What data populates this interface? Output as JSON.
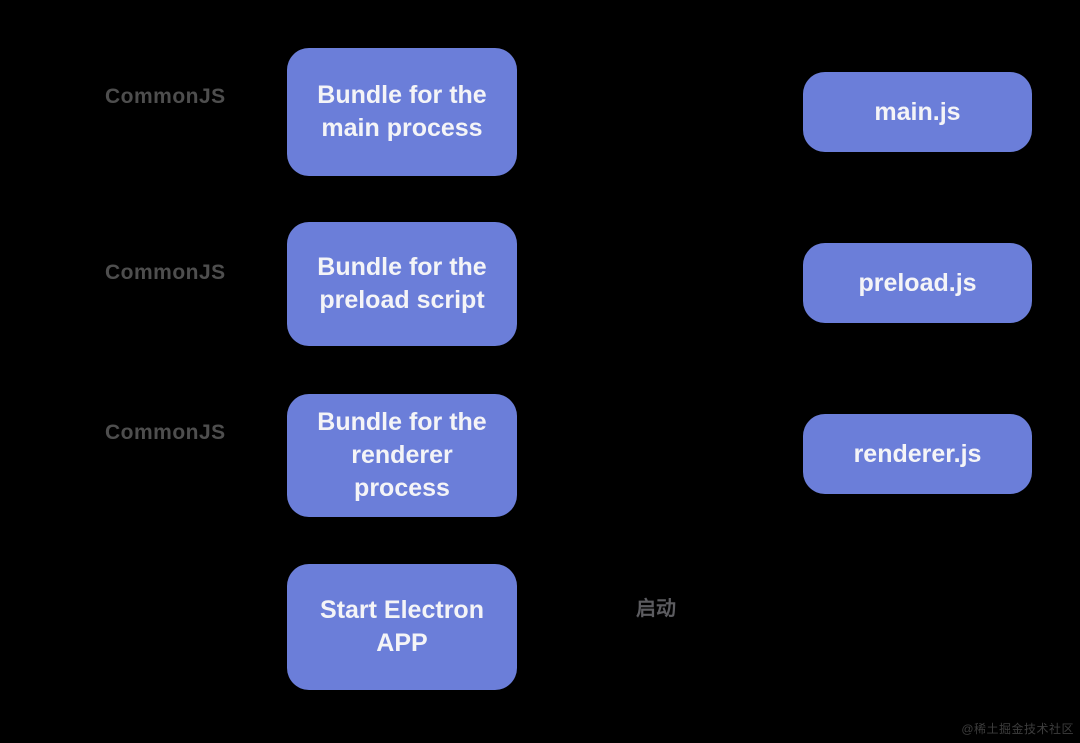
{
  "colors": {
    "background": "#000000",
    "box_fill": "#6b7ed9",
    "box_text": "#f4f4f7",
    "side_label_text": "#4e4e4e",
    "annotation_text": "#5c5c60",
    "watermark_text": "#3d3d3d"
  },
  "left_labels": [
    {
      "text": "CommonJS"
    },
    {
      "text": "CommonJS"
    },
    {
      "text": "CommonJS"
    }
  ],
  "process_boxes": [
    {
      "label": "Bundle for the main process"
    },
    {
      "label": "Bundle for the preload script"
    },
    {
      "label": "Bundle for the renderer process"
    },
    {
      "label": "Start Electron APP"
    }
  ],
  "file_boxes": [
    {
      "label": "main.js"
    },
    {
      "label": "preload.js"
    },
    {
      "label": "renderer.js"
    }
  ],
  "annotations": {
    "start_label": "启动"
  },
  "watermark": "@稀土掘金技术社区"
}
